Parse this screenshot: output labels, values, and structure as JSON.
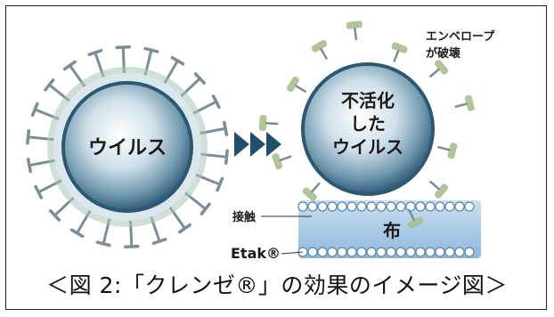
{
  "left_virus": {
    "label": "ウイルス"
  },
  "arrows_label": "",
  "right_virus": {
    "label_lines": [
      "不活化",
      "した",
      "ウイルス"
    ]
  },
  "envelope_label": [
    "エンベロープ",
    "が破壊"
  ],
  "contact_label": "接触",
  "fabric_label": "布",
  "etak_label": "Etak®",
  "caption": "＜図 2:「クレンゼ®」の効果のイメージ図＞",
  "colors": {
    "virus_core": "#3d6a86",
    "virus_rim": "#9fc0d3",
    "spike": "#7d8d96",
    "envelope_debris": "#a7bf8d",
    "fabric": "#9ec3e3",
    "arrow": "#1f4e6e"
  }
}
